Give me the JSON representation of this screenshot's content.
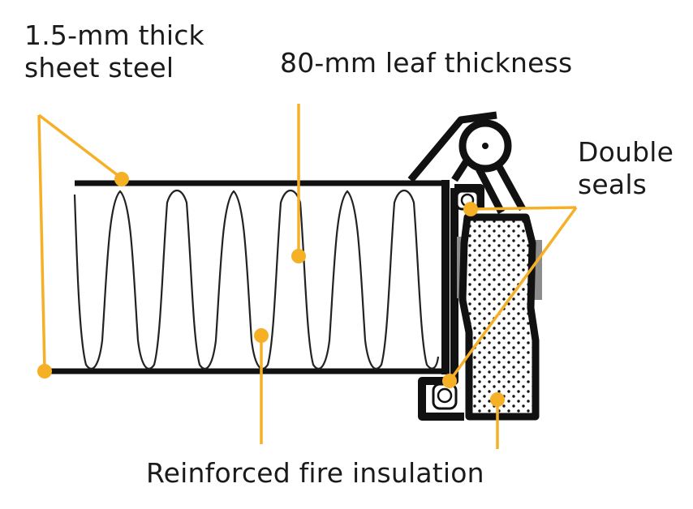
{
  "labels": {
    "steel_line1": "1.5-mm thick",
    "steel_line2": "sheet steel",
    "leaf": "80-mm leaf thickness",
    "seals_line1": "Double",
    "seals_line2": "seals",
    "fire": "Reinforced fire insulation"
  },
  "colors": {
    "callout": "#F5B026",
    "outline": "#111111",
    "text": "#1a1a1a",
    "insulation": "#ffffff",
    "gray_strip": "#8c8c8c"
  }
}
